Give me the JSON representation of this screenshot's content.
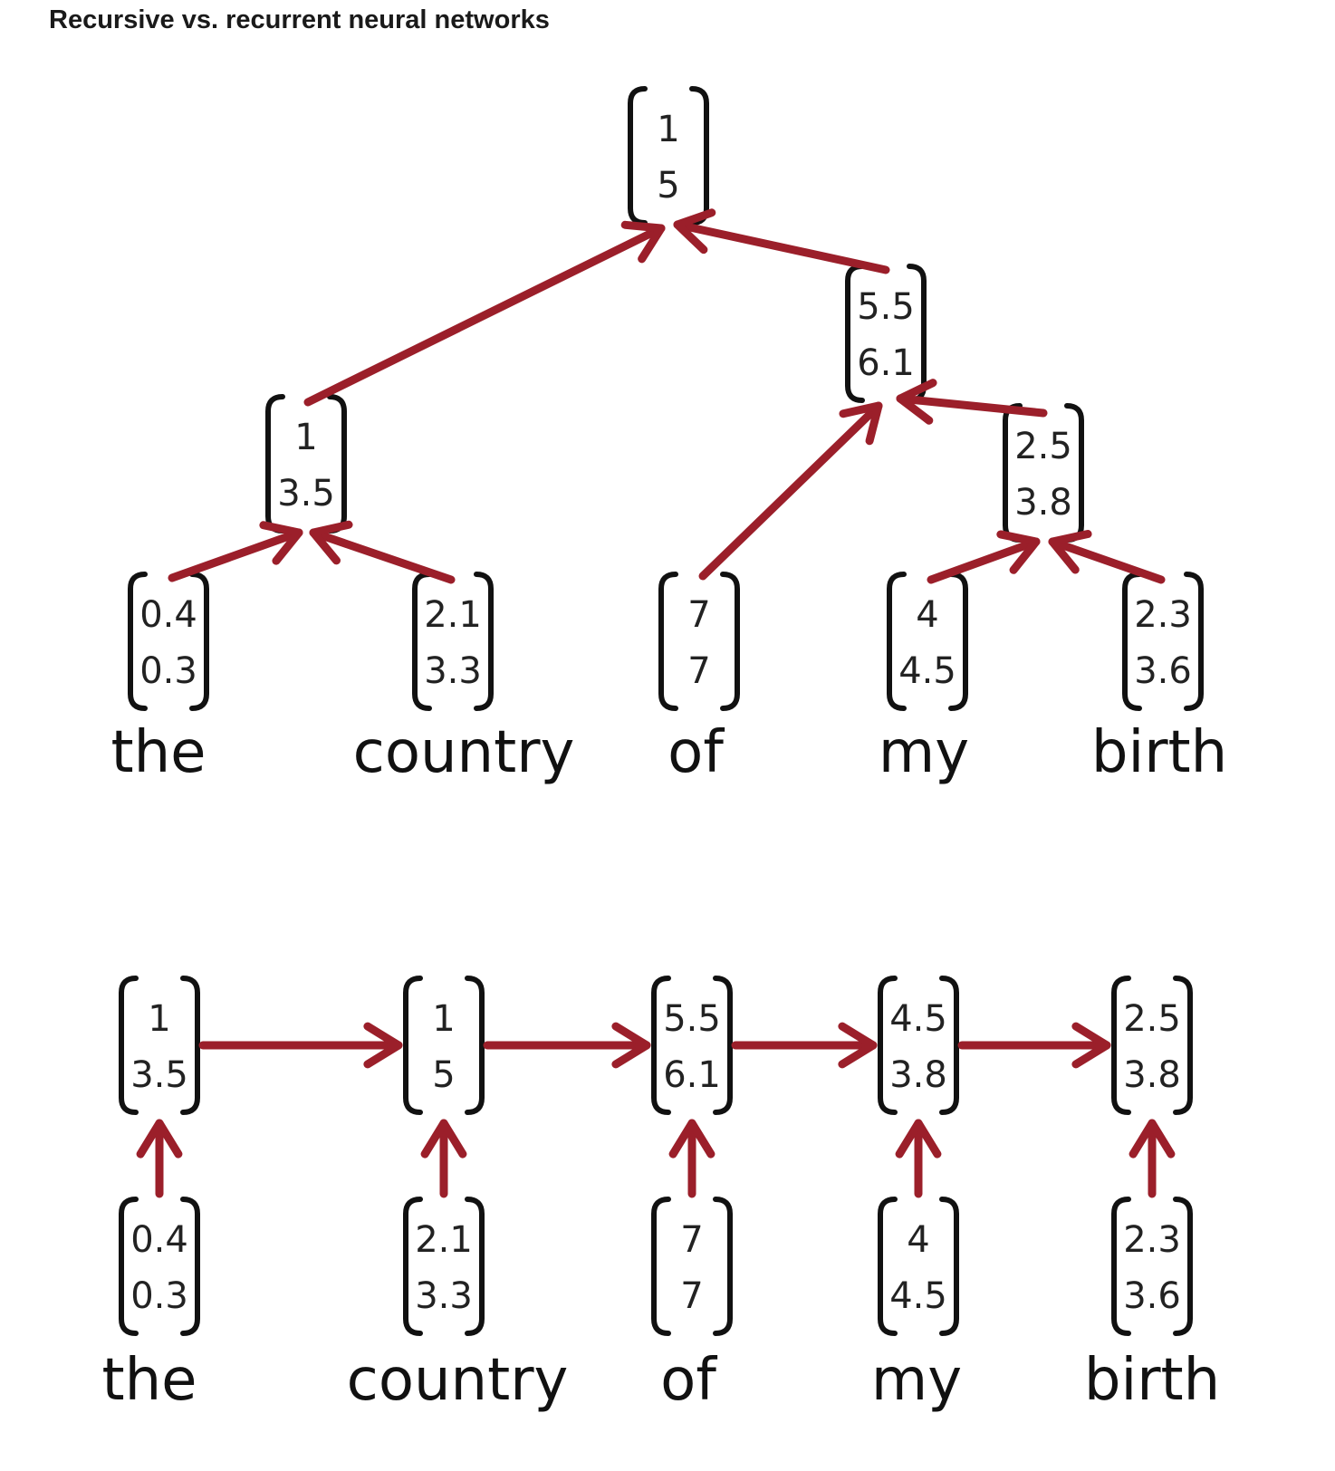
{
  "title": "Recursive vs. recurrent neural networks",
  "colors": {
    "arrow": "#9b1f2a",
    "bracket": "#111111",
    "text": "#222222"
  },
  "recursive": {
    "words": [
      "the",
      "country",
      "of",
      "my",
      "birth"
    ],
    "leaves": [
      {
        "top": "0.4",
        "bottom": "0.3"
      },
      {
        "top": "2.1",
        "bottom": "3.3"
      },
      {
        "top": "7",
        "bottom": "7"
      },
      {
        "top": "4",
        "bottom": "4.5"
      },
      {
        "top": "2.3",
        "bottom": "3.6"
      }
    ],
    "internal": [
      {
        "top": "1",
        "bottom": "3.5"
      },
      {
        "top": "2.5",
        "bottom": "3.8"
      },
      {
        "top": "5.5",
        "bottom": "6.1"
      },
      {
        "top": "1",
        "bottom": "5"
      }
    ]
  },
  "recurrent": {
    "words": [
      "the",
      "country",
      "of",
      "my",
      "birth"
    ],
    "inputs": [
      {
        "top": "0.4",
        "bottom": "0.3"
      },
      {
        "top": "2.1",
        "bottom": "3.3"
      },
      {
        "top": "7",
        "bottom": "7"
      },
      {
        "top": "4",
        "bottom": "4.5"
      },
      {
        "top": "2.3",
        "bottom": "3.6"
      }
    ],
    "hidden": [
      {
        "top": "1",
        "bottom": "3.5"
      },
      {
        "top": "1",
        "bottom": "5"
      },
      {
        "top": "5.5",
        "bottom": "6.1"
      },
      {
        "top": "4.5",
        "bottom": "3.8"
      },
      {
        "top": "2.5",
        "bottom": "3.8"
      }
    ]
  }
}
